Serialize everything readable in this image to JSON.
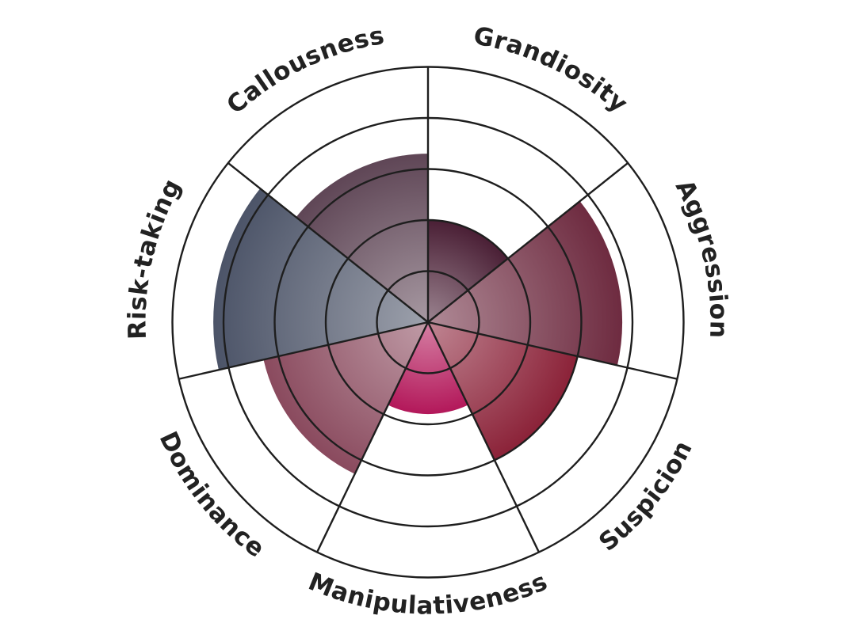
{
  "chart_data": {
    "type": "polar-area",
    "title": "",
    "scale": {
      "min": 0,
      "max": 5,
      "rings": 5
    },
    "categories": [
      "Grandiosity",
      "Aggression",
      "Suspicion",
      "Manipulativeness",
      "Dominance",
      "Risk-taking",
      "Callousness"
    ],
    "values": [
      2.0,
      3.8,
      3.0,
      1.8,
      3.3,
      4.2,
      3.3
    ],
    "colors": [
      "#4a1f35",
      "#6e2b40",
      "#8b2238",
      "#b3185a",
      "#8a4a5e",
      "#4c5468",
      "#5f4656"
    ],
    "grid": true,
    "legend": "none"
  }
}
